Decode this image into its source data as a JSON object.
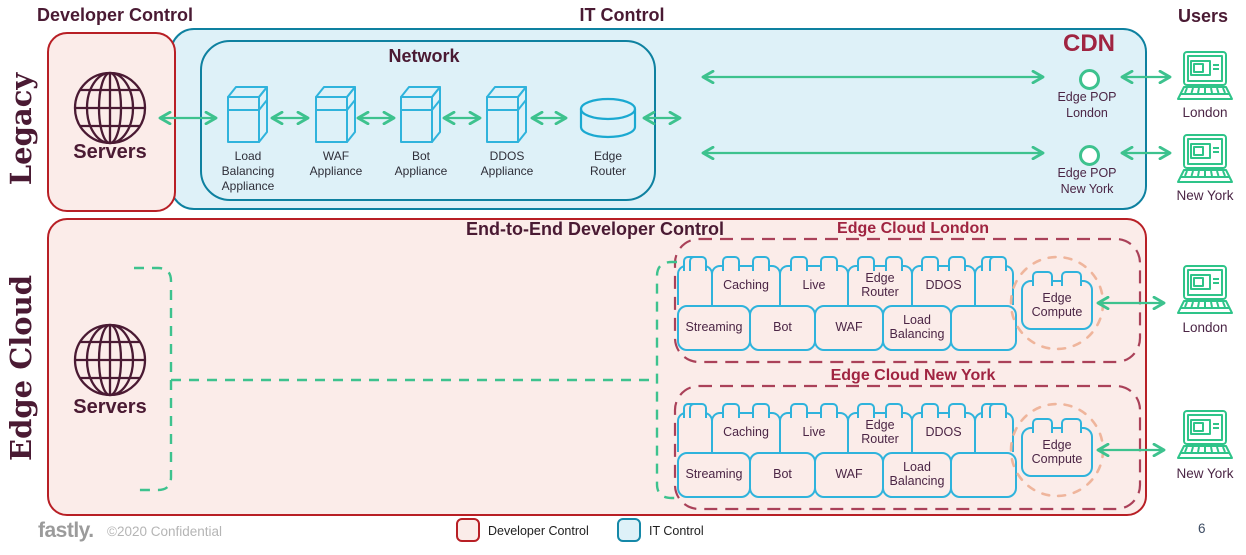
{
  "titles": {
    "developer_control": "Developer Control",
    "it_control": "IT Control",
    "users": "Users",
    "cdn": "CDN",
    "network": "Network",
    "end_to_end": "End-to-End Developer Control",
    "legacy": "Legacy",
    "edge_cloud": "Edge Cloud"
  },
  "legacy_row": {
    "servers_label": "Servers",
    "appliances": [
      "Load\nBalancing\nAppliance",
      "WAF\nAppliance",
      "Bot\nAppliance",
      "DDOS\nAppliance"
    ],
    "edge_router": "Edge\nRouter",
    "pops": [
      "Edge POP\nLondon",
      "Edge POP\nNew York"
    ],
    "users": [
      "London",
      "New York"
    ]
  },
  "edge_cloud_row": {
    "servers_label": "Servers",
    "clusters": [
      {
        "title": "Edge Cloud London",
        "top_row": [
          "",
          "Caching",
          "Live",
          "Edge\nRouter",
          "DDOS",
          ""
        ],
        "bottom_row": [
          "Streaming",
          "Bot",
          "WAF",
          "Load\nBalancing",
          ""
        ],
        "compute": "Edge\nCompute",
        "user": "London"
      },
      {
        "title": "Edge Cloud New York",
        "top_row": [
          "",
          "Caching",
          "Live",
          "Edge\nRouter",
          "DDOS",
          ""
        ],
        "bottom_row": [
          "Streaming",
          "Bot",
          "WAF",
          "Load\nBalancing",
          ""
        ],
        "compute": "Edge\nCompute",
        "user": "New York"
      }
    ]
  },
  "footer": {
    "logo": "fastly.",
    "confidential": "©2020 Confidential",
    "legend": [
      {
        "label": "Developer Control",
        "fill": "#FBECE9",
        "border": "#B81F25"
      },
      {
        "label": "IT Control",
        "fill": "#DEF1F8",
        "border": "#1588A8"
      }
    ],
    "page": "6"
  },
  "colors": {
    "arrow_green": "#3DC28E",
    "icon_cyan": "#2FB3DC",
    "teal_border": "#0E81A0",
    "red_border": "#B81F25",
    "maroon_text": "#4A1A33",
    "crimson_title": "#A02441",
    "dashed_red": "#AA4159",
    "peach_dash": "#EFB59C"
  }
}
